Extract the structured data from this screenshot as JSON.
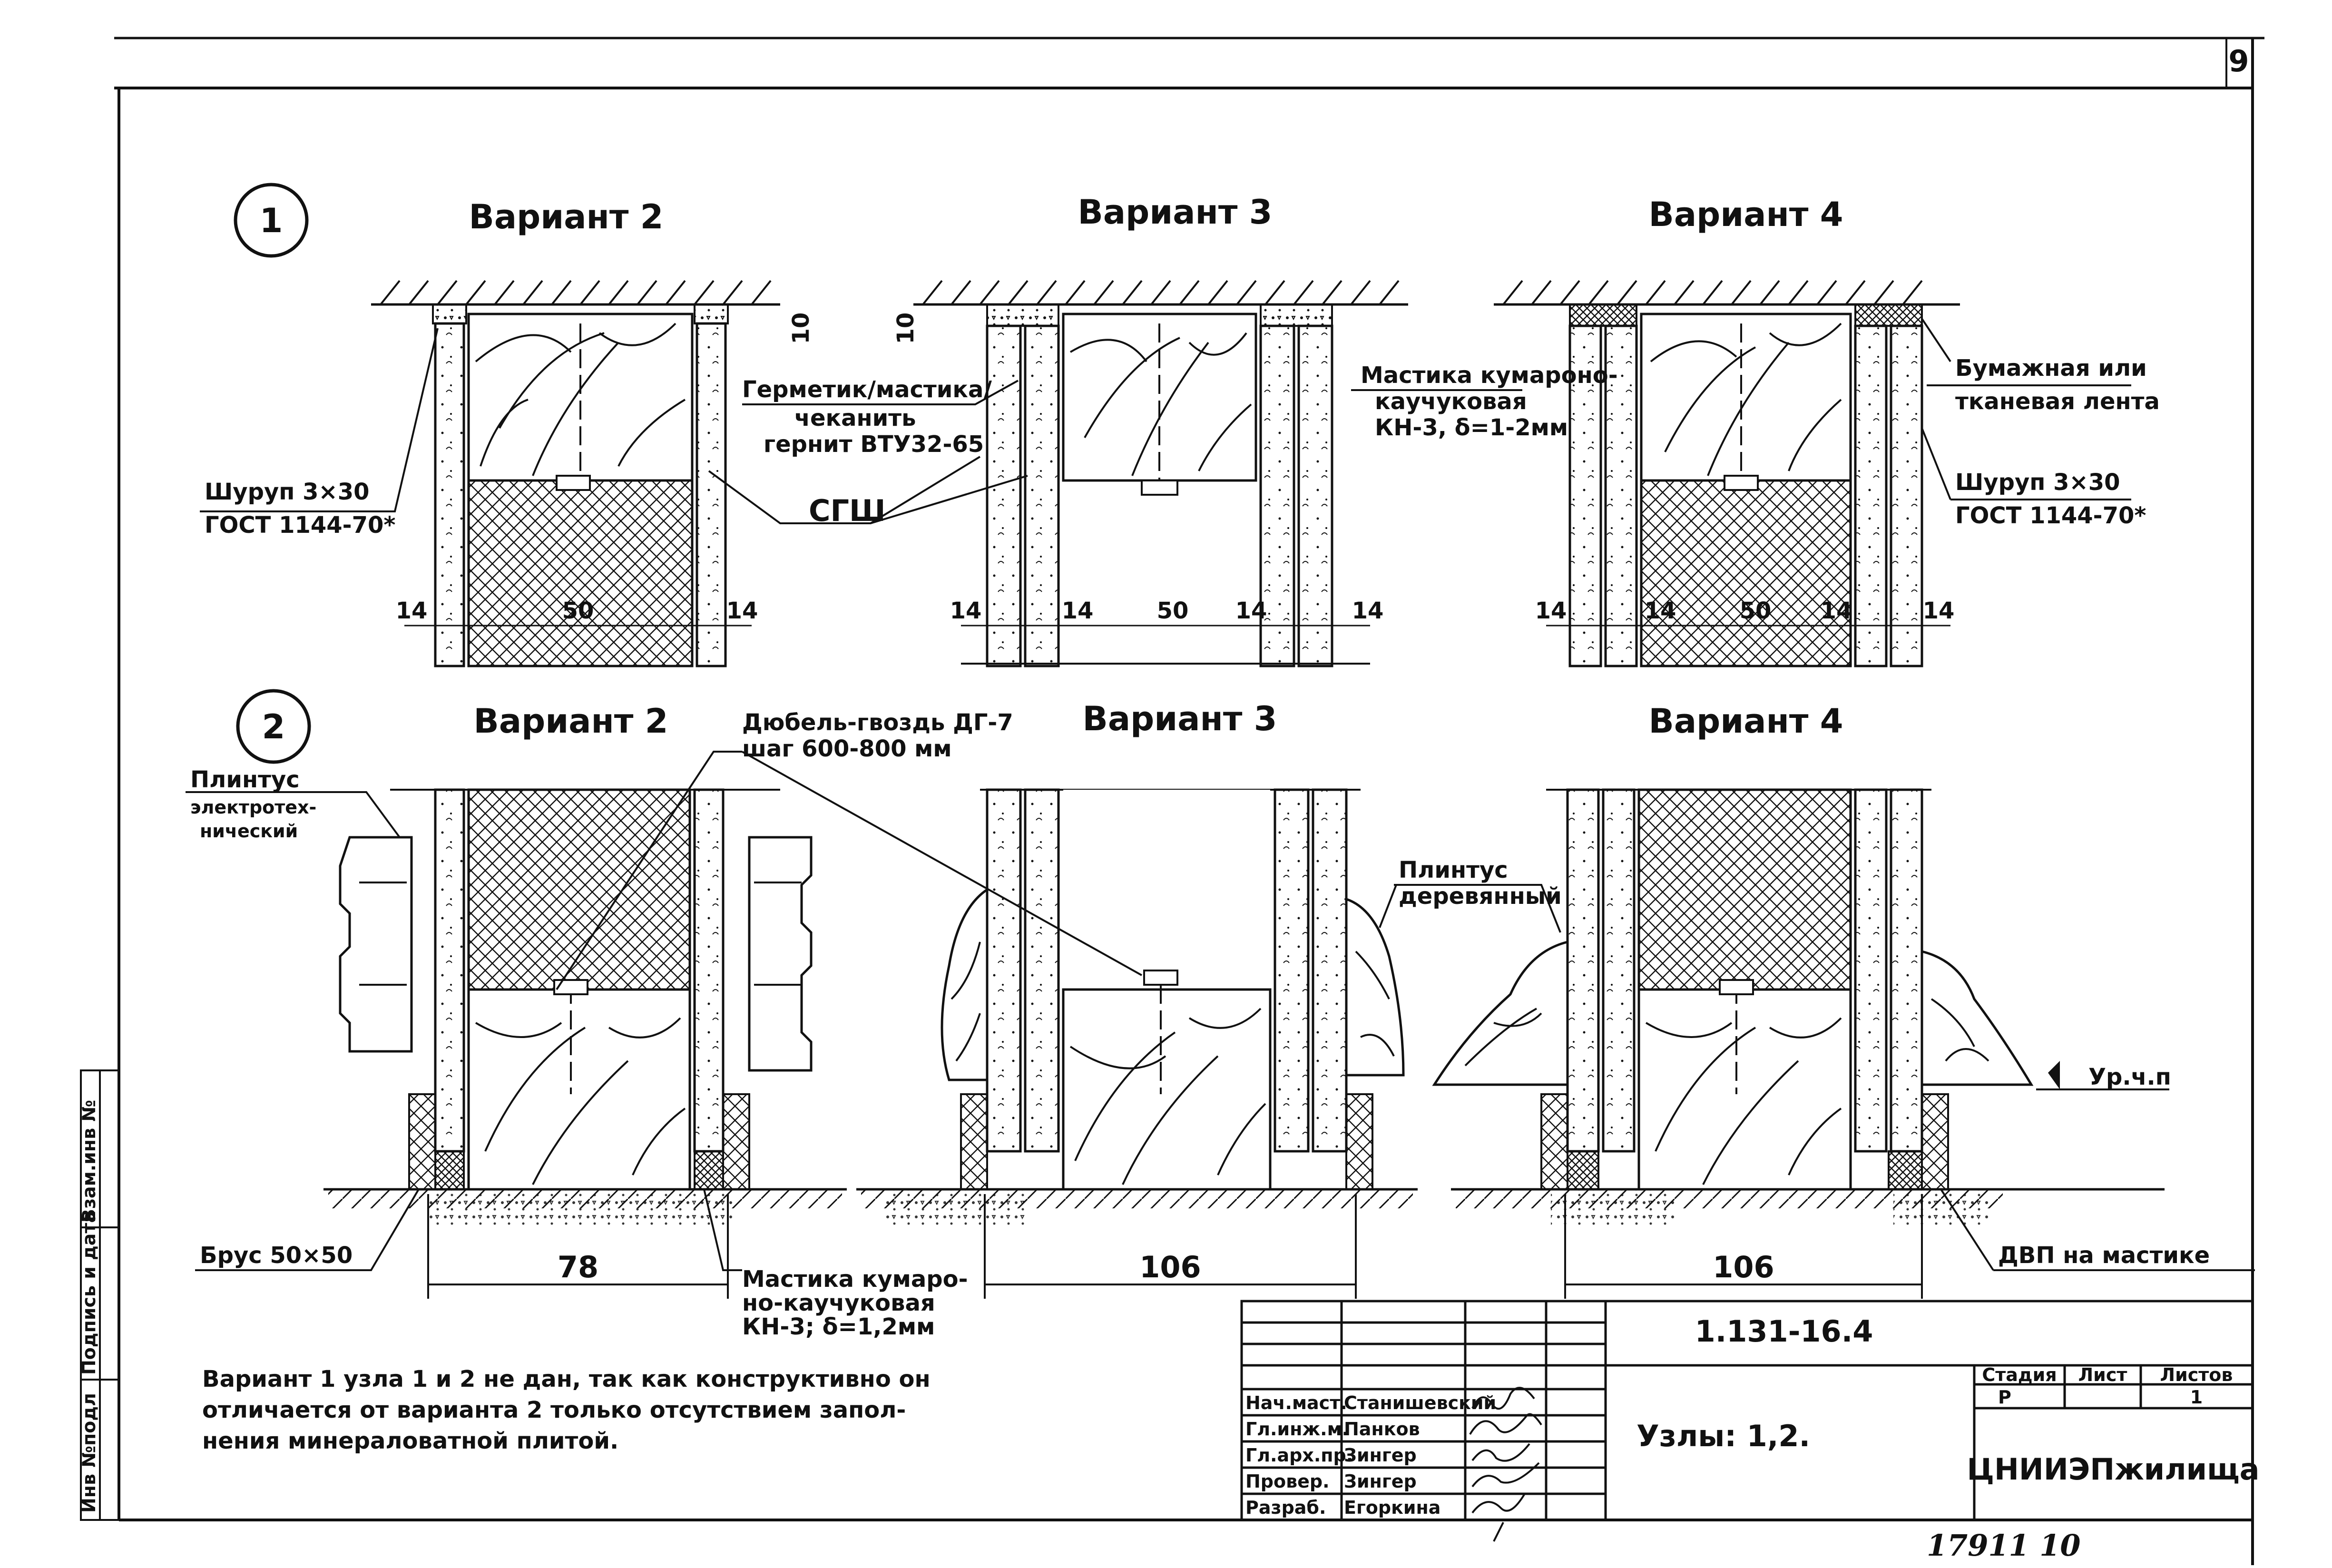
{
  "sheet": {
    "page_number": "9",
    "designation": "1.131-16.4",
    "title": "Узлы: 1,2.",
    "organization": "ЦНИИЭПжилища",
    "stage_header": "Стадия",
    "sheet_header": "Лист",
    "sheets_header": "Листов",
    "stage": "Р",
    "sheets_total": "1",
    "handwritten_number": "17911   10"
  },
  "signatures": [
    {
      "role": "Нач.маст.",
      "name": "Станишевский"
    },
    {
      "role": "Гл.инж.м.",
      "name": "Панков"
    },
    {
      "role": "Гл.арх.пр.",
      "name": "Зингер"
    },
    {
      "role": "Провер.",
      "name": "Зингер"
    },
    {
      "role": "Разраб.",
      "name": "Егоркина"
    }
  ],
  "side_stamp": {
    "cells": [
      "Инв №подл",
      "Подпись и дата",
      "Взам.инв №"
    ]
  },
  "nodes": [
    {
      "number": "1",
      "variants": [
        "Вариант 2",
        "Вариант 3",
        "Вариант 4"
      ]
    },
    {
      "number": "2",
      "variants": [
        "Вариант 2",
        "Вариант 3",
        "Вариант 4"
      ]
    }
  ],
  "annotations": {
    "screw_left_1": "Шуруп 3×30",
    "screw_left_2": "ГОСТ 1144-70*",
    "sealant_1": "Герметик/мастика/",
    "sealant_2": "чеканить",
    "sealant_3": "гернит ВТУ32-65",
    "sgsh": "СГШ",
    "mastic_top_1": "Мастика кумароно-",
    "mastic_top_2": "каучуковая",
    "mastic_top_3": "КН-3, δ=1-2мм",
    "tape_1": "Бумажная или",
    "tape_2": "тканевая лента",
    "screw_right_1": "Шуруп 3×30",
    "screw_right_2": "ГОСТ 1144-70*",
    "dowel_1": "Дюбель-гвоздь ДГ-7",
    "dowel_2": "шаг 600-800 мм",
    "plinth_el_1": "Плинтус",
    "plinth_el_2": "электротех-",
    "plinth_el_3": "нический",
    "plinth_wood_1": "Плинтус",
    "plinth_wood_2": "деревянный",
    "floor_level": "Ур.ч.п",
    "beam": "Брус 50×50",
    "mastic_bottom_1": "Мастика кумаро-",
    "mastic_bottom_2": "но-каучуковая",
    "mastic_bottom_3": "КН-3; δ=1,2мм",
    "dvp": "ДВП на мастике"
  },
  "dimensions": {
    "top_left": [
      "14",
      "50",
      "14"
    ],
    "top_mid": [
      "14",
      "14",
      "50",
      "14",
      "14"
    ],
    "top_right": [
      "14",
      "14",
      "50",
      "14",
      "14"
    ],
    "gap_10_a": "10",
    "gap_10_b": "10",
    "bottom": [
      "78",
      "106",
      "106"
    ]
  },
  "note": {
    "line1": "Вариант 1 узла 1 и 2 не дан, так как конструктивно он",
    "line2": "отличается от варианта 2 только отсутствием запол-",
    "line3": "нения минераловатной плитой."
  }
}
